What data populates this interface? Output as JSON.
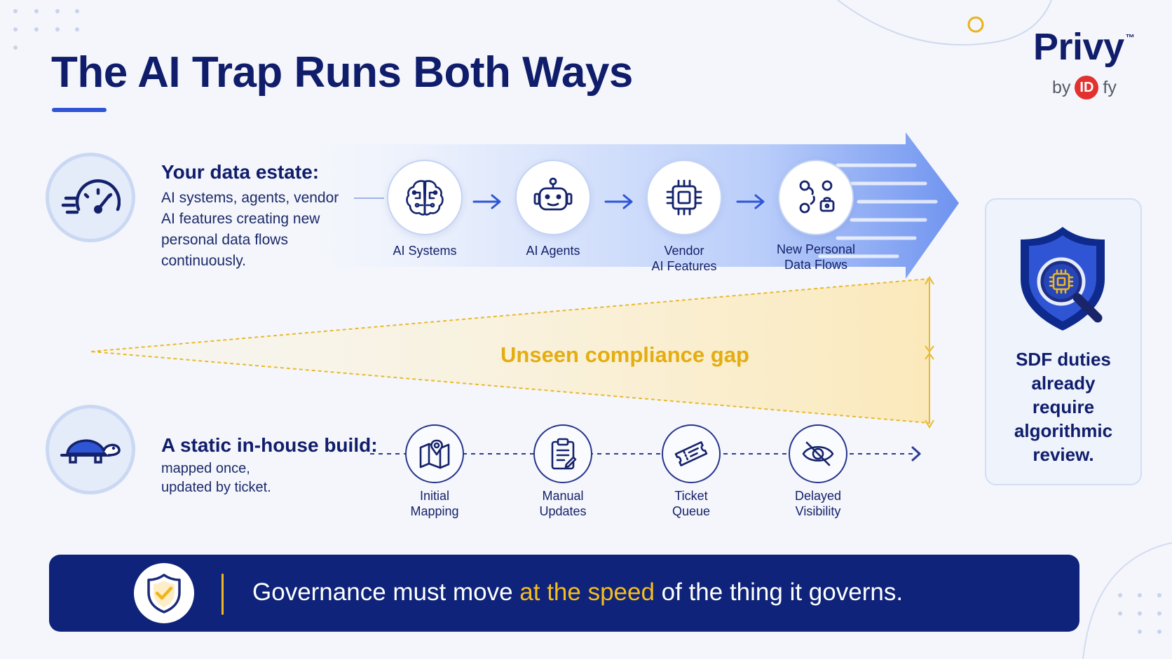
{
  "title": "The AI Trap Runs Both Ways",
  "logo": {
    "name": "Privy",
    "tm": "™",
    "by": "by",
    "brand_mark": "ID",
    "brand_tail": "fy"
  },
  "top_row": {
    "heading": "Your data estate:",
    "description": [
      "AI systems, agents, vendor",
      "AI features creating new",
      "personal data flows",
      "continuously."
    ],
    "nodes": [
      {
        "label": [
          "AI Systems"
        ],
        "icon": "brain-icon"
      },
      {
        "label": [
          "AI Agents"
        ],
        "icon": "robot-icon"
      },
      {
        "label": [
          "Vendor",
          "AI Features"
        ],
        "icon": "chip-icon"
      },
      {
        "label": [
          "New Personal",
          "Data Flows"
        ],
        "icon": "data-flow-icon"
      }
    ]
  },
  "gap": {
    "label": "Unseen compliance gap"
  },
  "bottom_row": {
    "heading": "A static in-house build:",
    "description": [
      "mapped once,",
      "updated by ticket."
    ],
    "nodes": [
      {
        "label": [
          "Initial",
          "Mapping"
        ],
        "icon": "map-pin-icon"
      },
      {
        "label": [
          "Manual",
          "Updates"
        ],
        "icon": "clipboard-icon"
      },
      {
        "label": [
          "Ticket",
          "Queue"
        ],
        "icon": "ticket-icon"
      },
      {
        "label": [
          "Delayed",
          "Visibility"
        ],
        "icon": "eye-slash-icon"
      }
    ]
  },
  "side_card": {
    "text": [
      "SDF duties",
      "already",
      "require",
      "algorithmic",
      "review."
    ]
  },
  "banner": {
    "before": "Governance must move ",
    "highlight": "at the speed",
    "after": " of the thing it governs."
  },
  "colors": {
    "navy": "#0f1d6b",
    "accent_blue": "#2f55d4",
    "gold": "#e4ad10",
    "banner_bg": "#0e2379",
    "brand_red": "#e1322f"
  }
}
